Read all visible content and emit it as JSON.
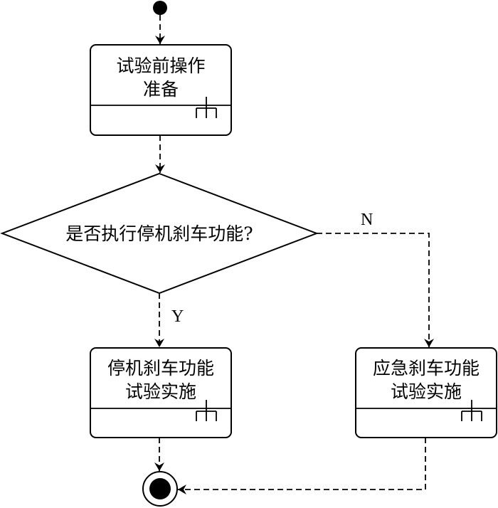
{
  "diagram": {
    "type": "activity-diagram",
    "colors": {
      "stroke": "#000000",
      "background": "#ffffff"
    },
    "nodes": {
      "start": {
        "kind": "initial-node",
        "icon": "filled-circle-icon"
      },
      "prep": {
        "kind": "action",
        "lines": [
          "试验前操作",
          "准备"
        ],
        "icon": "subactivity-rake-icon"
      },
      "decision": {
        "kind": "decision",
        "label": "是否执行停机刹车功能?"
      },
      "stop_brake": {
        "kind": "action",
        "lines": [
          "停机刹车功能",
          "试验实施"
        ],
        "icon": "subactivity-rake-icon"
      },
      "emergency_brake": {
        "kind": "action",
        "lines": [
          "应急刹车功能",
          "试验实施"
        ],
        "icon": "subactivity-rake-icon"
      },
      "end": {
        "kind": "final-node",
        "icon": "bullseye-circle-icon"
      }
    },
    "edges": [
      {
        "from": "start",
        "to": "prep",
        "label": ""
      },
      {
        "from": "prep",
        "to": "decision",
        "label": ""
      },
      {
        "from": "decision",
        "to": "stop_brake",
        "label": "Y"
      },
      {
        "from": "decision",
        "to": "emergency_brake",
        "label": "N"
      },
      {
        "from": "stop_brake",
        "to": "end",
        "label": ""
      },
      {
        "from": "emergency_brake",
        "to": "end",
        "label": ""
      }
    ]
  }
}
